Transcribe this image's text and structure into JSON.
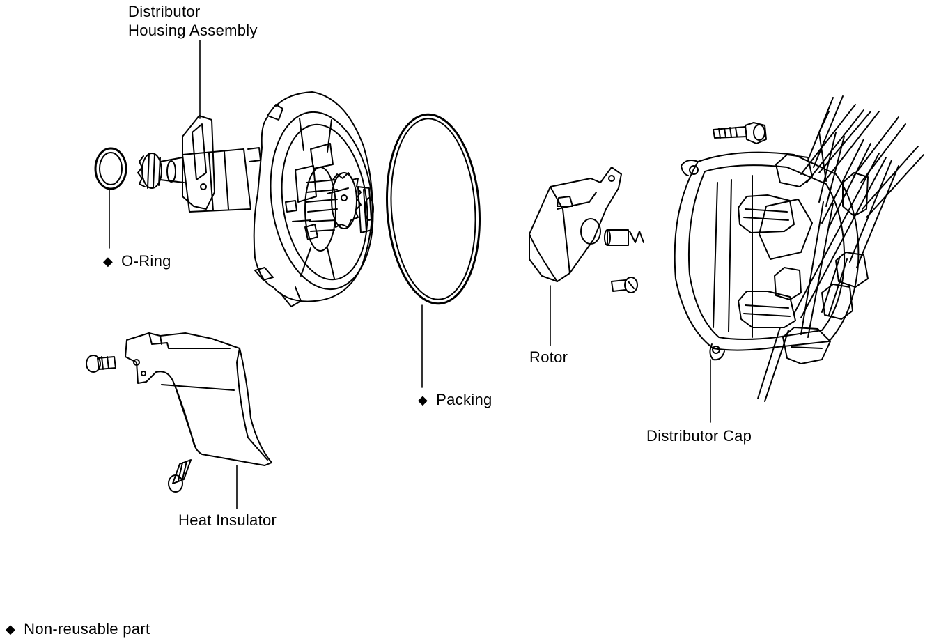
{
  "labels": {
    "housing_line1": "Distributor",
    "housing_line2": "Housing Assembly",
    "o_ring": "O-Ring",
    "packing": "Packing",
    "rotor": "Rotor",
    "distributor_cap": "Distributor Cap",
    "heat_insulator": "Heat Insulator"
  },
  "legend": {
    "symbol": "◆",
    "text": "Non-reusable part"
  },
  "non_reusable_parts": [
    "O-Ring",
    "Packing"
  ],
  "colors": {
    "ink": "#000000",
    "paper": "#ffffff"
  }
}
